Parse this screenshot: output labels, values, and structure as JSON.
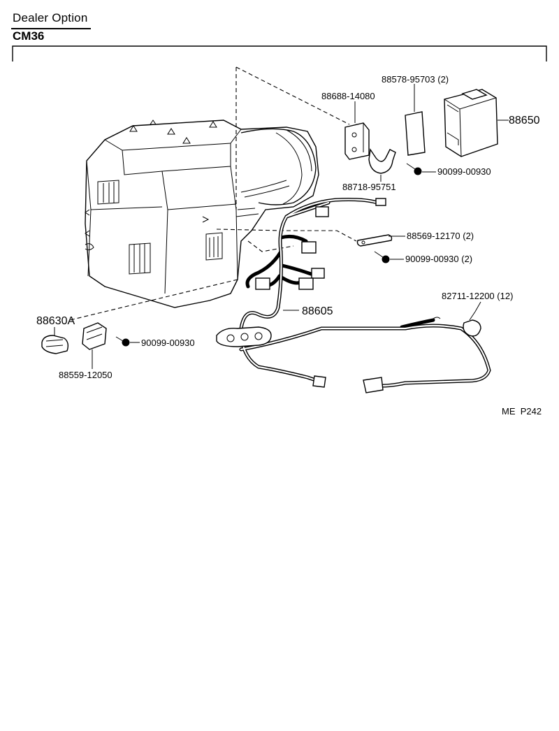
{
  "header": {
    "title": "Dealer Option",
    "code": "CM36"
  },
  "parts": {
    "p88578": "88578-95703 (2)",
    "p88688": "88688-14080",
    "p88650": "88650",
    "p90099a": "90099-00930",
    "p88718": "88718-95751",
    "p88569": "88569-12170 (2)",
    "p90099b": "90099-00930 (2)",
    "p82711": "82711-12200 (12)",
    "p88605": "88605",
    "p88630a": "88630A",
    "p90099c": "90099-00930",
    "p88559": "88559-12050"
  },
  "footer": {
    "ref": "ME  P242"
  }
}
